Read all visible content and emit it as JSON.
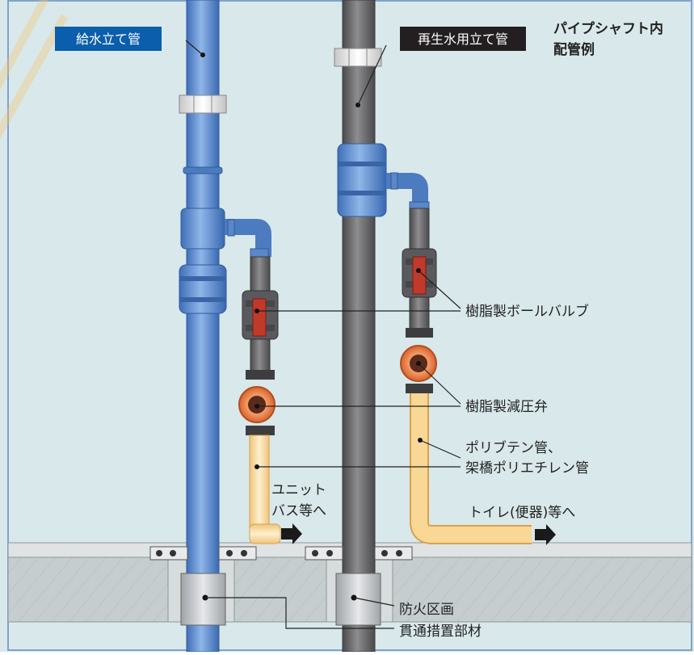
{
  "labels": {
    "supply_riser": "給水立て管",
    "reclaimed_riser": "再生水用立て管",
    "title_line1": "パイプシャフト内",
    "title_line2": "配管例",
    "ball_valve": "樹脂製ボールバルブ",
    "pressure_valve": "樹脂製減圧弁",
    "pipe_line1": "ポリブテン管、",
    "pipe_line2": "架橋ポリエチレン管",
    "unit_bath_line1": "ユニット",
    "unit_bath_line2": "バス等へ",
    "toilet": "トイレ(便器)等へ",
    "fire_line1": "防火区画",
    "fire_line2": "貫通措置部材"
  },
  "colors": {
    "background": "#d9e8ea",
    "frame": "#7ea3cf",
    "supply_pipe": "#6b9ad6",
    "reclaimed_pipe": "#6f6f72",
    "pex_pipe": "#f9d795",
    "valve_red": "#c0392b",
    "reducer_orange": "#ec7f4a",
    "slab": "#c6cdcf",
    "supply_tag": "#0a5eab",
    "reclaimed_tag": "#231f20"
  },
  "icons": [
    "arrow-right-icon",
    "arrow-right-icon"
  ]
}
